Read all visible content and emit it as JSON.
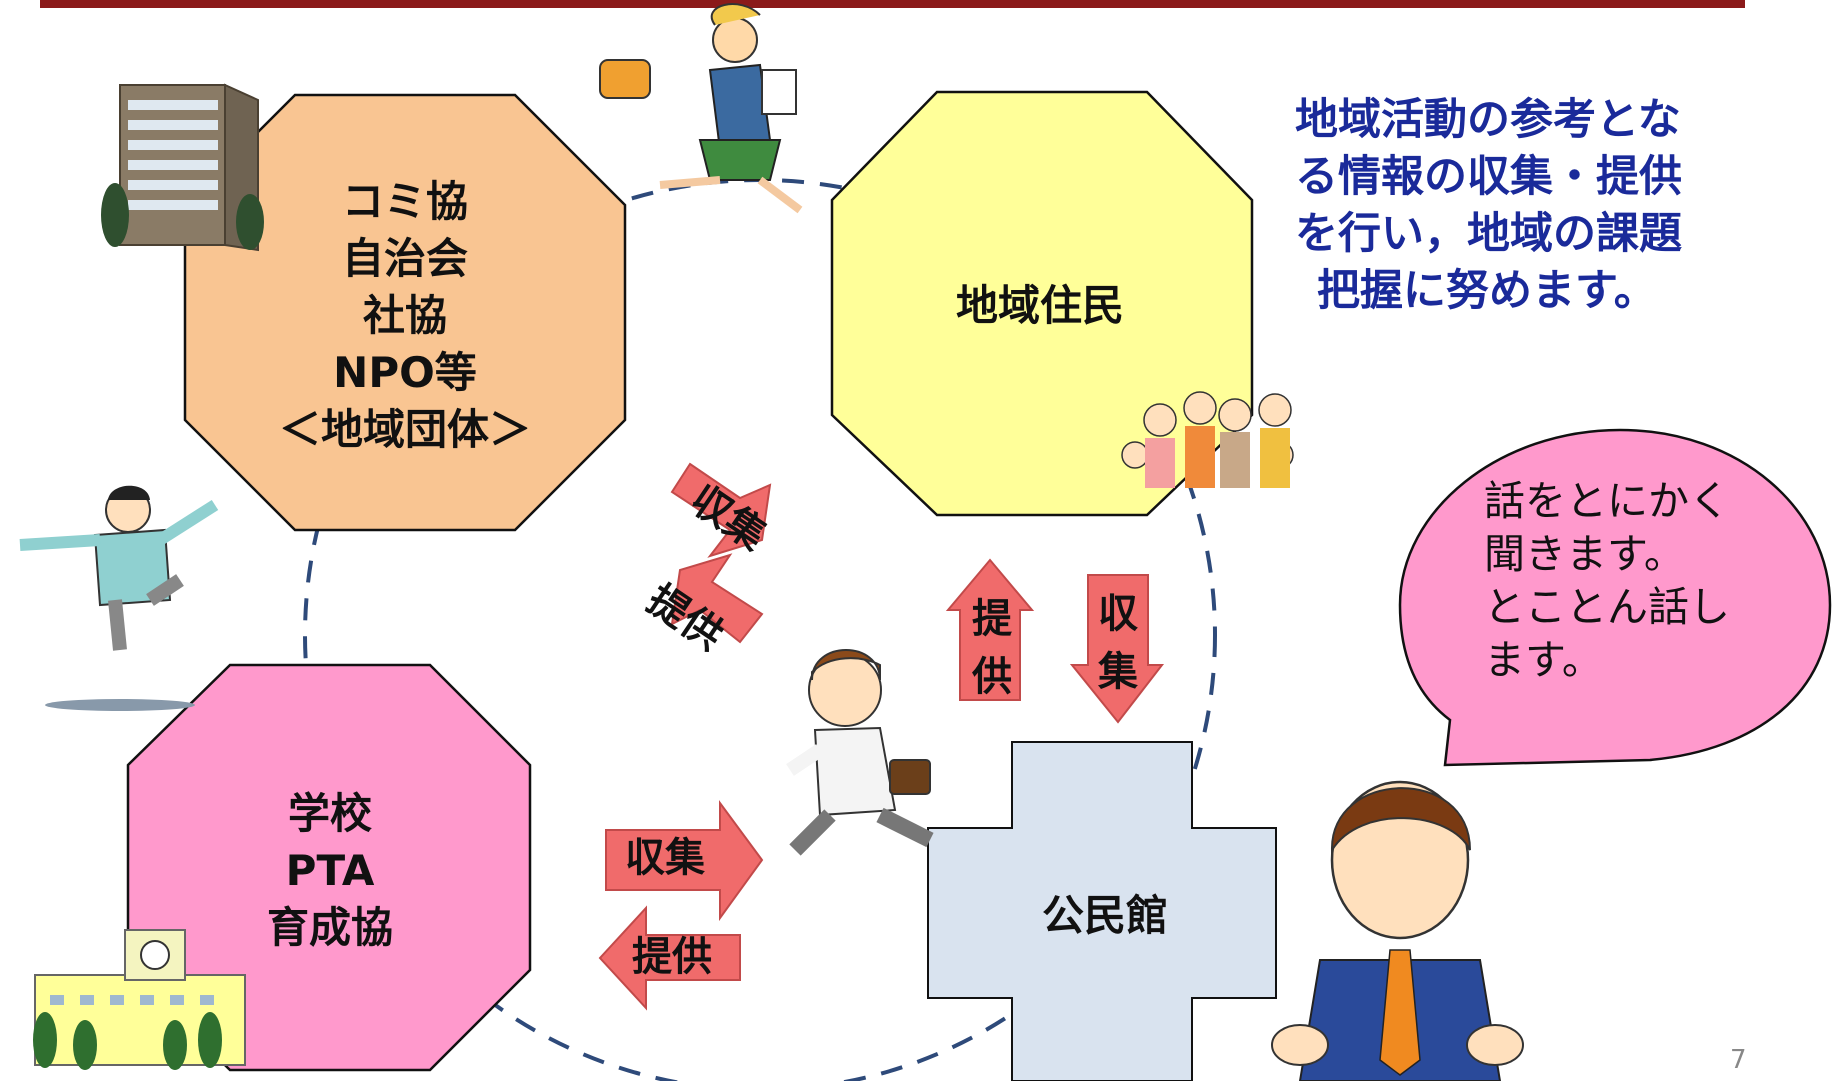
{
  "nodes": {
    "community": {
      "lines": [
        "コミ協",
        "自治会",
        "社協",
        "NPO等",
        "＜地域団体＞"
      ]
    },
    "residents": {
      "lines": [
        "地域住民"
      ]
    },
    "school": {
      "lines": [
        "学校",
        "PTA",
        "育成協"
      ]
    },
    "kominkan": {
      "lines": [
        "公民館"
      ]
    }
  },
  "arrows": {
    "collect_label": "収集",
    "provide_label": "提供"
  },
  "note": {
    "lines": [
      "地域活動の参考とな",
      "る情報の収集・提供",
      "を行い，地域の課題",
      "把握に努めます。"
    ]
  },
  "speech": {
    "lines": [
      "話をとにかく",
      "聞きます。",
      "とことん話し",
      "ます。"
    ]
  },
  "page_number": "7",
  "colors": {
    "top_bar": "#8b1a1a",
    "community_fill": "#f9c592",
    "residents_fill": "#ffff99",
    "school_fill": "#ff99cc",
    "kominkan_fill": "#d9e3ef",
    "arrow_fill": "#f06b6b",
    "bubble_fill": "#ff99cc",
    "note_text": "#1a2a9a",
    "dashed_circle": "#2e4a7a"
  }
}
